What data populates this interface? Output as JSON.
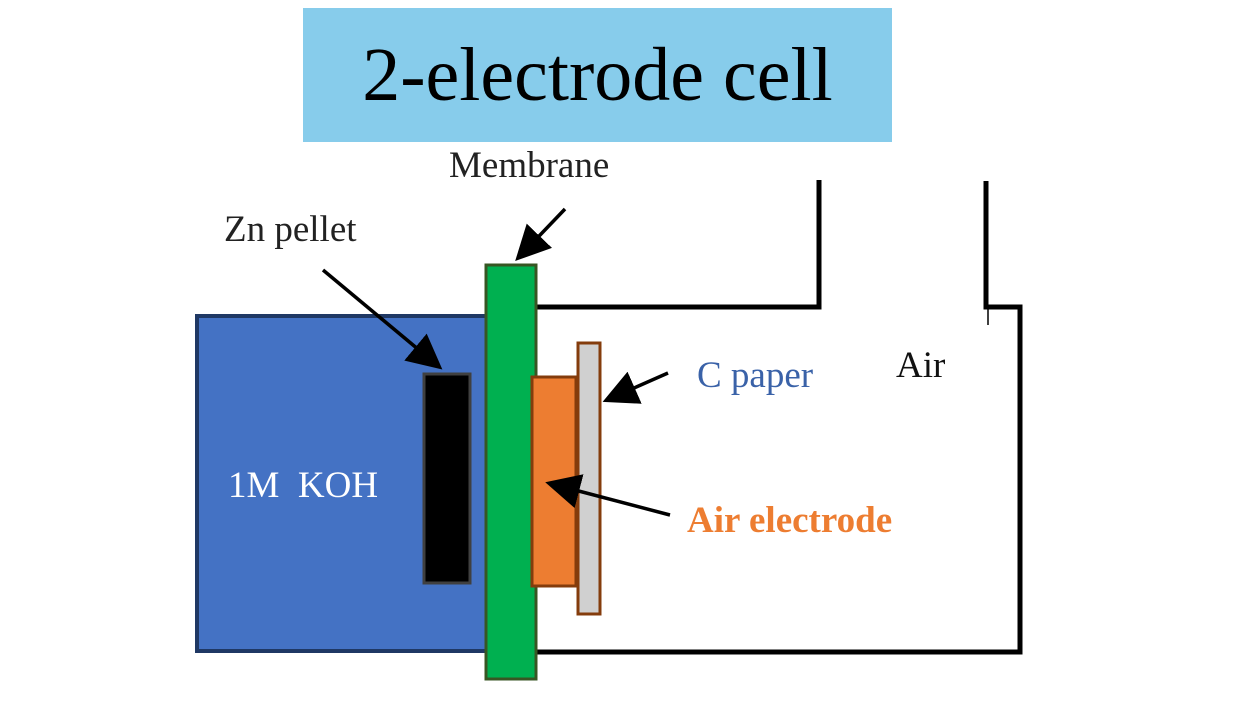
{
  "title": "2-electrode cell",
  "labels": {
    "membrane": "Membrane",
    "zn_pellet": "Zn pellet",
    "electrolyte": "1M  KOH",
    "c_paper": "C paper",
    "air": "Air",
    "air_electrode": "Air electrode"
  },
  "colors": {
    "title_bg": "#87CCEB",
    "electrolyte": "#4472C4",
    "electrolyte_border": "#1F3864",
    "membrane": "#00B050",
    "membrane_border": "#375623",
    "zn_pellet": "#000000",
    "air_electrode": "#ED7D31",
    "c_paper": "#D0D0D0",
    "c_paper_border": "#843C0C",
    "c_paper_label": "#3A62A8",
    "air_electrode_label": "#ED7D31"
  }
}
